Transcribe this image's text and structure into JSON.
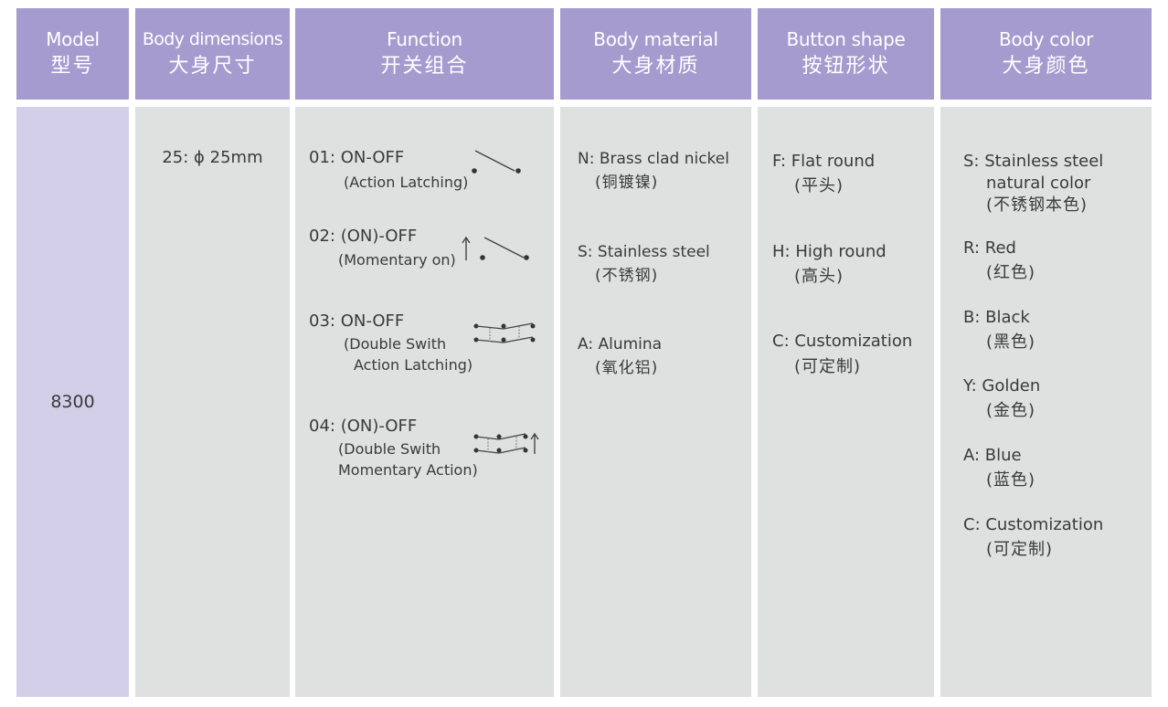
{
  "headers": [
    {
      "en": "Model",
      "zh": "型号"
    },
    {
      "en": "Body dimensions",
      "zh": "大身尺寸"
    },
    {
      "en": "Function",
      "zh": "开关组合"
    },
    {
      "en": "Body material",
      "zh": "大身材质"
    },
    {
      "en": "Button shape",
      "zh": "按钮形状"
    },
    {
      "en": "Body color",
      "zh": "大身颜色"
    }
  ],
  "model": {
    "value": "8300"
  },
  "dimensions": {
    "value": "25: ɸ 25mm"
  },
  "functions": [
    {
      "code": "01: ON-OFF",
      "desc": [
        "(Action Latching)"
      ],
      "icon": "switch-latching-icon"
    },
    {
      "code": "02: (ON)-OFF",
      "desc": [
        "(Momentary on)"
      ],
      "icon": "switch-momentary-icon"
    },
    {
      "code": "03: ON-OFF",
      "desc": [
        "(Double Swith",
        "Action Latching)"
      ],
      "icon": "double-switch-latching-icon"
    },
    {
      "code": "04: (ON)-OFF",
      "desc": [
        "(Double Swith",
        "Momentary Action)"
      ],
      "icon": "double-switch-momentary-icon"
    }
  ],
  "materials": [
    {
      "en": "N: Brass clad nickel",
      "zh": "(铜镀镍)"
    },
    {
      "en": "S: Stainless steel",
      "zh": "(不锈钢)"
    },
    {
      "en": "A: Alumina",
      "zh": "(氧化铝)"
    }
  ],
  "shapes": [
    {
      "en": "F: Flat round",
      "zh": "(平头)"
    },
    {
      "en": "H: High round",
      "zh": "(高头)"
    },
    {
      "en": "C: Customization",
      "zh": "(可定制)"
    }
  ],
  "colors": [
    {
      "en": "S: Stainless steel",
      "en2": "natural color",
      "zh": "(不锈钢本色)"
    },
    {
      "en": "R: Red",
      "zh": "(红色)"
    },
    {
      "en": "B: Black",
      "zh": "(黑色)"
    },
    {
      "en": "Y: Golden",
      "zh": "(金色)"
    },
    {
      "en": "A: Blue",
      "zh": "(蓝色)"
    },
    {
      "en": "C: Customization",
      "zh": "(可定制)"
    }
  ],
  "theme": {
    "header_bg": "#a69bcf",
    "body_bg": "#dfe0e0",
    "model_bg": "#d3cfe9"
  }
}
